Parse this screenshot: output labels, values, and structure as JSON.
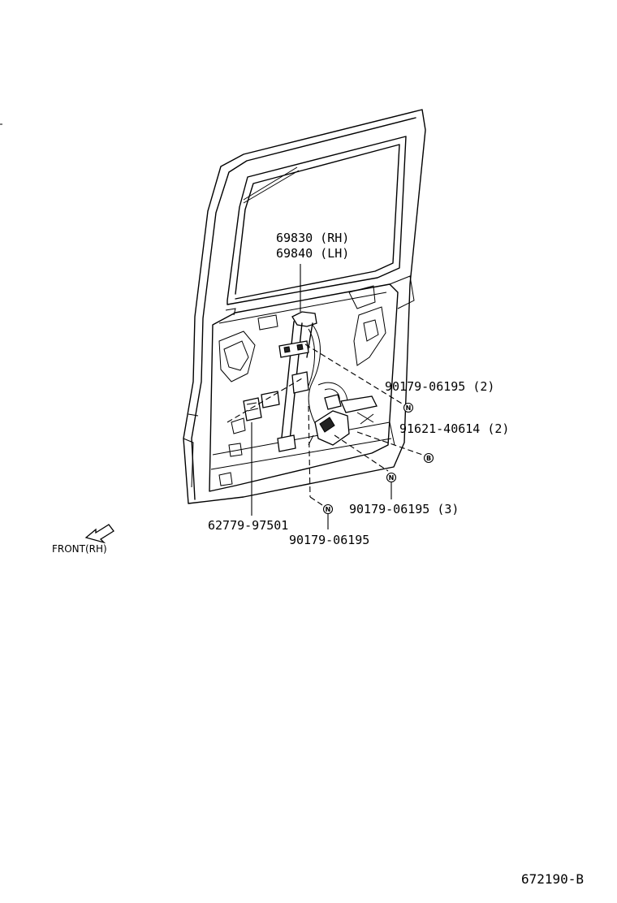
{
  "labels": {
    "part_regulator_rh": "69830 (RH)",
    "part_regulator_lh": "69840 (LH)",
    "part_bolt_upper": "90179-06195 (2)",
    "part_bolt_upper_mark": "N",
    "part_screw": "91621-40614 (2)",
    "part_screw_mark": "B",
    "part_bolt_lower": "90179-06195 (3)",
    "part_bolt_lower_mark": "N",
    "part_bolt_single": "90179-06195",
    "part_bolt_single_mark": "N",
    "part_switch": "62779-97501",
    "front_indicator": "FRONT(RH)"
  },
  "figure_ref": "672190-B"
}
